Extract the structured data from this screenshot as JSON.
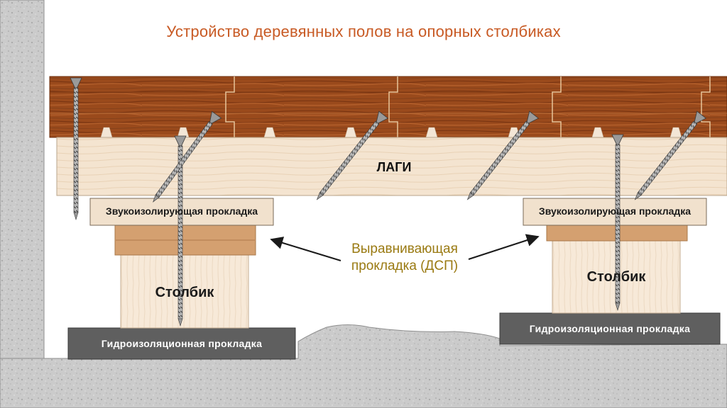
{
  "title": "Устройство деревянных полов на опорных столбиках",
  "labels": {
    "joists": "ЛАГИ",
    "sound_pad_left": "Звукоизолирующая прокладка",
    "sound_pad_right": "Звукоизолирующая прокладка",
    "post_left": "Столбик",
    "post_right": "Столбик",
    "waterproof_left": "Гидроизоляционная прокладка",
    "waterproof_right": "Гидроизоляционная прокладка",
    "leveling_line1": "Выравнивающая",
    "leveling_line2": "прокладка (ДСП)"
  },
  "colors": {
    "title": "#c85a24",
    "floorboard": "#9a4a1c",
    "joist": "#f4e4d0",
    "sound_pad": "#f1e1cd",
    "leveling_pad": "#d4a070",
    "post": "#f7e9d8",
    "waterproof_pad": "#5f5f5f",
    "concrete": "#cdcdcd",
    "leveling_text": "#9a7a12"
  },
  "icons": {
    "screw": "screw-icon",
    "arrow": "arrow-icon"
  }
}
